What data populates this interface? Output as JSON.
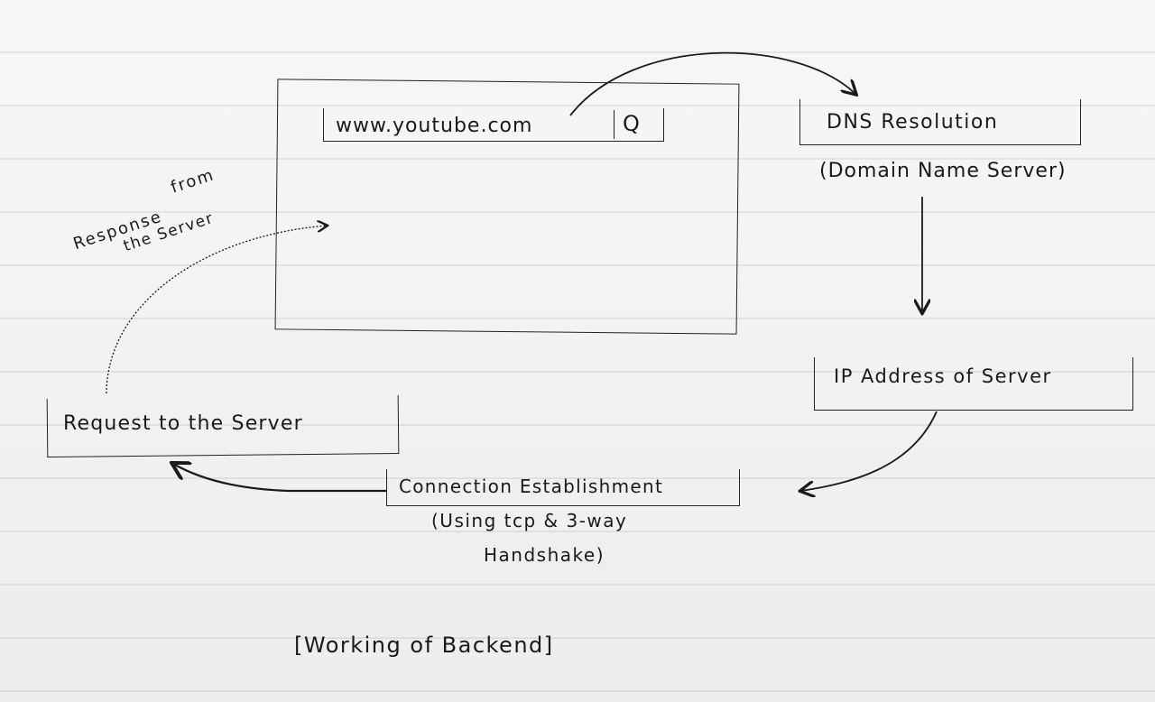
{
  "diagram": {
    "browser": {
      "address_text": "www.youtube.com",
      "search_glyph": "Q"
    },
    "dns": {
      "title": "DNS Resolution",
      "subtitle": "(Domain Name Server)"
    },
    "ip": {
      "label": "IP Address of Server"
    },
    "connection": {
      "title": "Connection Establishment",
      "detail_line1": "(Using tcp & 3-way",
      "detail_line2": "Handshake)"
    },
    "request": {
      "label": "Request to the Server"
    },
    "response": {
      "word1": "Response",
      "word2": "from",
      "word3": "the Server"
    },
    "caption": "[Working of Backend]"
  },
  "colors": {
    "ink": "#1a1a1a",
    "paper": "#f3f3f1",
    "rule_lines": "#8a8a8a"
  }
}
